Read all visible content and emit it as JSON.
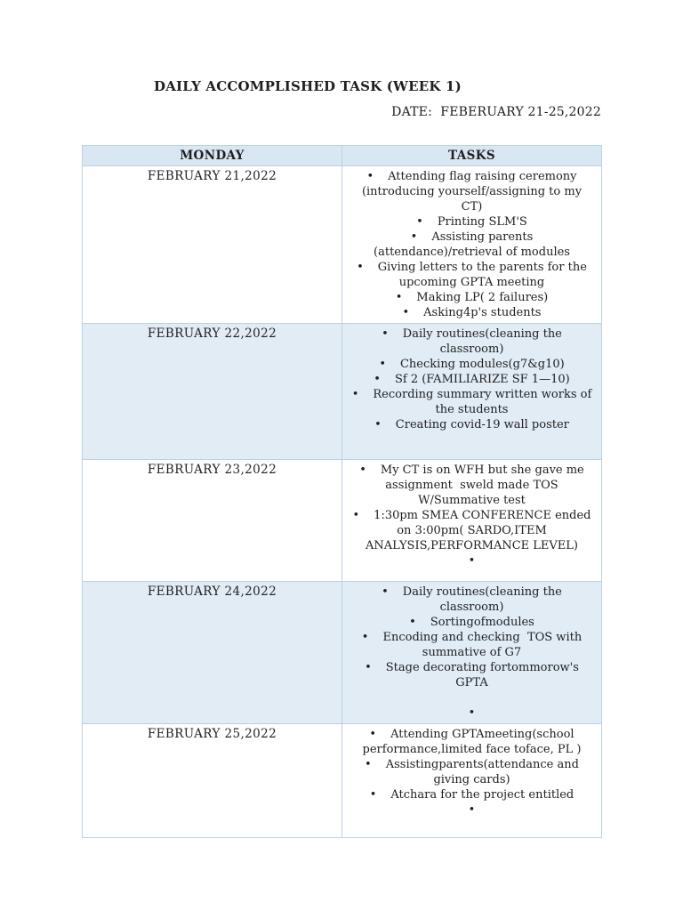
{
  "document": {
    "title": "DAILY ACCOMPLISHED TASK (WEEK 1)",
    "date_line": "DATE:  FEBERUARY 21-25,2022"
  },
  "table": {
    "headers": [
      "MONDAY",
      "TASKS"
    ],
    "rows": [
      {
        "day": "FEBRUARY 21,2022",
        "shaded": false,
        "tasks": [
          {
            "bullet": true,
            "text": "Attending flag raising ceremony (introducing yourself/assigning to my CT)"
          },
          {
            "bullet": true,
            "text": "Printing SLM'S"
          },
          {
            "bullet": true,
            "text": "Assisting parents (attendance)/retrieval of modules"
          },
          {
            "bullet": true,
            "text": "Giving letters to the parents for the upcoming GPTA meeting"
          },
          {
            "bullet": true,
            "text": "Making LP( 2 failures)"
          },
          {
            "bullet": true,
            "text": "Asking4p's students"
          }
        ]
      },
      {
        "day": "FEBRUARY 22,2022",
        "shaded": true,
        "tasks": [
          {
            "bullet": true,
            "text": "Daily routines(cleaning the classroom)"
          },
          {
            "bullet": true,
            "text": "Checking modules(g7&g10)"
          },
          {
            "bullet": true,
            "text": "Sf 2 (FAMILIARIZE SF 1—10)"
          },
          {
            "bullet": true,
            "text": "Recording summary written works of the students"
          },
          {
            "bullet": true,
            "text": "Creating covid-19 wall poster"
          }
        ]
      },
      {
        "day": "FEBRUARY 23,2022",
        "shaded": false,
        "tasks": [
          {
            "bullet": true,
            "text": "My CT is on WFH but she gave me assignment  sweld made TOS W/Summative test"
          },
          {
            "bullet": true,
            "text": "1:30pm SMEA CONFERENCE ended on 3:00pm( SARDO,ITEM ANALYSIS,PERFORMANCE LEVEL)"
          },
          {
            "bullet": true,
            "text": ""
          }
        ]
      },
      {
        "day": "FEBRUARY 24,2022",
        "shaded": true,
        "tasks": [
          {
            "bullet": true,
            "text": "Daily routines(cleaning the classroom)"
          },
          {
            "bullet": true,
            "text": "Sortingofmodules"
          },
          {
            "bullet": true,
            "text": "Encoding and checking  TOS with summative of G7"
          },
          {
            "bullet": true,
            "text": "Stage decorating fortommorow's GPTA"
          },
          {
            "bullet": false,
            "text": ""
          },
          {
            "bullet": true,
            "text": ""
          }
        ]
      },
      {
        "day": "FEBRUARY 25,2022",
        "shaded": false,
        "tasks": [
          {
            "bullet": true,
            "text": "Attending GPTAmeeting(school performance,limited face toface, PL )"
          },
          {
            "bullet": true,
            "text": "Assistingparents(attendance and giving cards)"
          },
          {
            "bullet": true,
            "text": "Atchara for the project entitled"
          },
          {
            "bullet": true,
            "text": ""
          }
        ]
      }
    ]
  },
  "colors": {
    "table-border": "#b9d3e8",
    "header-fill": "#d9e7f3",
    "shaded-row-fill": "#e1ecf5",
    "text": "#1f1f1f"
  }
}
